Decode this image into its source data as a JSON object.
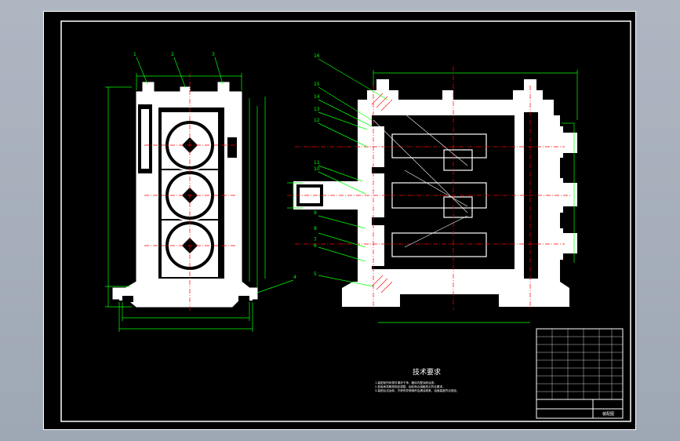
{
  "drawing": {
    "tech_req_title": "技术要求",
    "tech_req_lines": [
      "1.装配前所有零件清洗干净，箱体内壁涂耐油漆。",
      "2.各轴承游隙按规定调整，齿轮啮合接触斑点符合要求。",
      "3.装配后试运转，不得有异常噪声及漏油现象，油面高度符合规定。"
    ],
    "part_numbers_left": [
      "1",
      "2",
      "3",
      "4"
    ],
    "part_numbers_right": [
      "16",
      "15",
      "14",
      "13",
      "12",
      "11",
      "10",
      "9",
      "8",
      "7",
      "6",
      "5"
    ],
    "colors": {
      "paper": "#000000",
      "outline": "#ffffff",
      "dimension": "#00ff00",
      "center_line": "#ff0000",
      "leader": "#00ff00",
      "frame": "#ffffff"
    },
    "title_block_text": "装配图"
  }
}
